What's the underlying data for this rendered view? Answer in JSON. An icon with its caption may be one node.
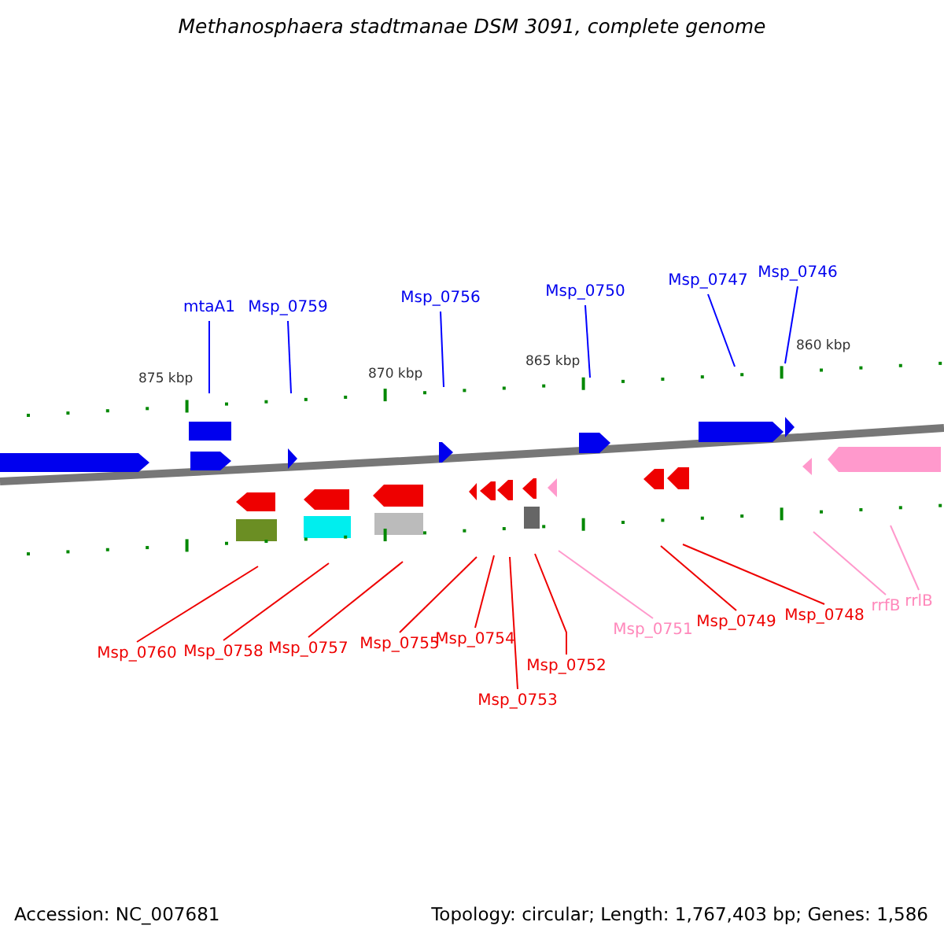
{
  "diagram": {
    "title": "Methanosphaera stadtmanae DSM 3091, complete genome",
    "nodes": [
      {
        "text": [
          "mtaA1"
        ]
      },
      {
        "text": [
          "Msp_0759"
        ]
      },
      {
        "text": [
          "Msp_0756"
        ]
      },
      {
        "text": [
          "Msp_0750"
        ]
      },
      {
        "text": [
          "Msp_0747"
        ]
      },
      {
        "text": [
          "Msp_0746"
        ]
      },
      {
        "text": [
          "Msp_0760"
        ]
      },
      {
        "text": [
          "Msp_0758"
        ]
      },
      {
        "text": [
          "Msp_0757"
        ]
      },
      {
        "text": [
          "Msp_0755"
        ]
      },
      {
        "text": [
          "Msp_0754"
        ]
      },
      {
        "text": [
          "Msp_0753"
        ]
      },
      {
        "text": [
          "Msp_0752"
        ]
      },
      {
        "text": [
          "Msp_0751"
        ]
      },
      {
        "text": [
          "Msp_0749"
        ]
      },
      {
        "text": [
          "Msp_0748"
        ]
      },
      {
        "text": [
          "rrfB"
        ]
      },
      {
        "text": [
          "rrlB"
        ]
      }
    ],
    "edges": [
      {
        "from": 0,
        "to": null,
        "arrow": "none",
        "color": "#0000ff"
      },
      {
        "from": 1,
        "to": null,
        "arrow": "none",
        "color": "#0000ff"
      },
      {
        "from": 2,
        "to": null,
        "arrow": "none",
        "color": "#0000ff"
      },
      {
        "from": 3,
        "to": null,
        "arrow": "none",
        "color": "#0000ff"
      },
      {
        "from": 4,
        "to": null,
        "arrow": "none",
        "color": "#0000ff"
      },
      {
        "from": 5,
        "to": null,
        "arrow": "none",
        "color": "#0000ff"
      },
      {
        "from": 6,
        "to": null,
        "arrow": "none"
      },
      {
        "from": 7,
        "to": null,
        "arrow": "none"
      },
      {
        "from": 8,
        "to": null,
        "arrow": "none"
      },
      {
        "from": 9,
        "to": null,
        "arrow": "none"
      },
      {
        "from": 10,
        "to": null,
        "arrow": "none"
      },
      {
        "from": 11,
        "to": null,
        "arrow": "none"
      },
      {
        "from": 12,
        "to": null,
        "arrow": "none"
      },
      {
        "from": 13,
        "to": null,
        "arrow": "none",
        "color": "#ff99cc"
      },
      {
        "from": 14,
        "to": null,
        "arrow": "none"
      },
      {
        "from": 15,
        "to": null,
        "arrow": "none"
      },
      {
        "from": 16,
        "to": null,
        "arrow": "none",
        "color": "#ff99cc"
      },
      {
        "from": 17,
        "to": null,
        "arrow": "none",
        "color": "#ff99cc"
      }
    ],
    "labels": [
      "875 kbp",
      "870 kbp",
      "865 kbp",
      "860 kbp",
      "Accession: NC_007681",
      "Topology: circular; Length: 1,767,403 bp; Genes: 1,586"
    ]
  }
}
